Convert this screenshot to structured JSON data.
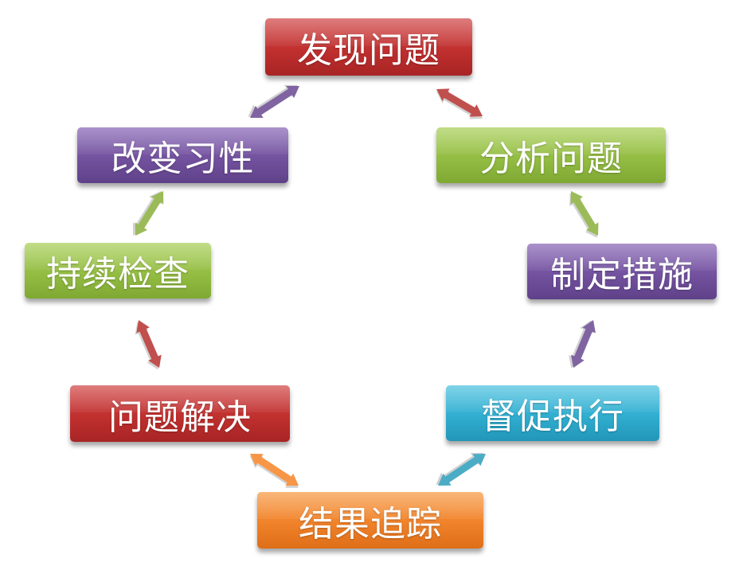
{
  "nodes": {
    "n1": {
      "label": "发现问题",
      "color": "#c0302f"
    },
    "n2": {
      "label": "分析问题",
      "color": "#94bd43"
    },
    "n3": {
      "label": "制定措施",
      "color": "#73529f"
    },
    "n4": {
      "label": "督促执行",
      "color": "#30aed0"
    },
    "n5": {
      "label": "结果追踪",
      "color": "#f0822a"
    },
    "n6": {
      "label": "问题解决",
      "color": "#c0302f"
    },
    "n7": {
      "label": "持续检查",
      "color": "#94bd43"
    },
    "n8": {
      "label": "改变习性",
      "color": "#73529f"
    }
  },
  "connections": [
    {
      "from": "发现问题",
      "to": "分析问题",
      "color": "#c0504d"
    },
    {
      "from": "分析问题",
      "to": "制定措施",
      "color": "#9bbb59"
    },
    {
      "from": "制定措施",
      "to": "督促执行",
      "color": "#8064a2"
    },
    {
      "from": "督促执行",
      "to": "结果追踪",
      "color": "#4bacc6"
    },
    {
      "from": "结果追踪",
      "to": "问题解决",
      "color": "#f79646"
    },
    {
      "from": "问题解决",
      "to": "持续检查",
      "color": "#c0504d"
    },
    {
      "from": "持续检查",
      "to": "改变习性",
      "color": "#9bbb59"
    },
    {
      "from": "改变习性",
      "to": "发现问题",
      "color": "#8064a2"
    }
  ]
}
